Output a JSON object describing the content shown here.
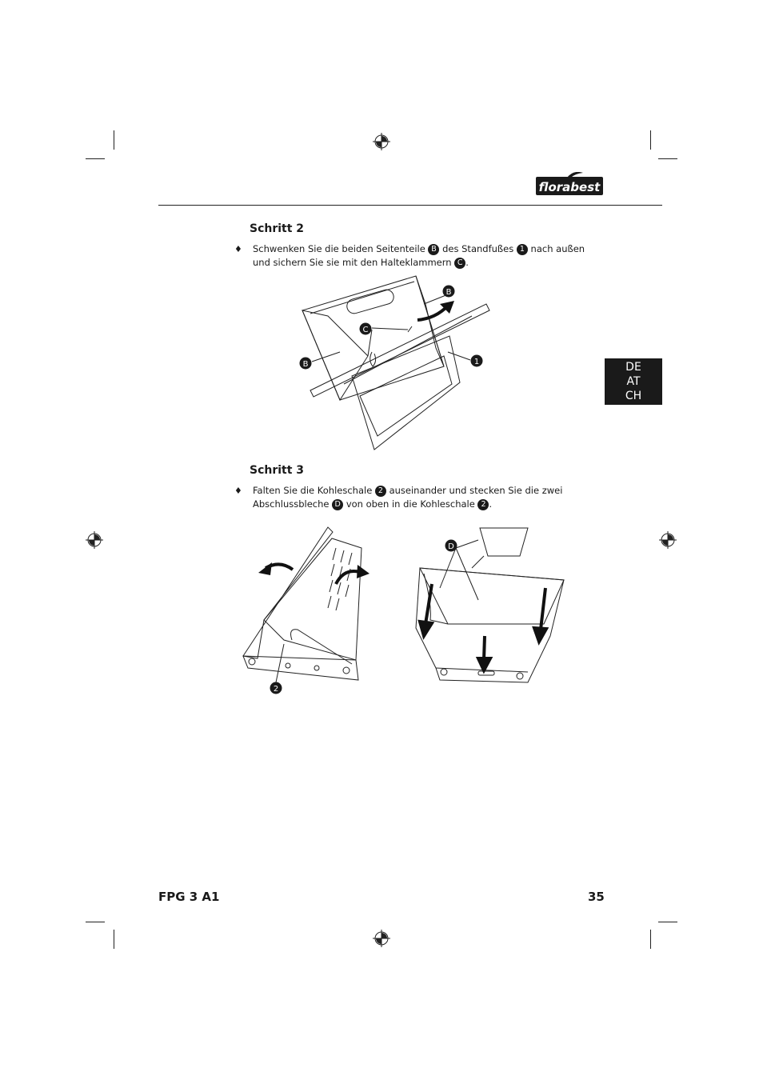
{
  "brand": {
    "logo_text": "florabest"
  },
  "step2": {
    "heading": "Schritt 2",
    "bullet": "♦",
    "text_1": "Schwenken Sie die beiden Seitenteile",
    "ref_b": "B",
    "text_2": "des Standfußes",
    "ref_1": "1",
    "text_3": "nach außen",
    "text_4": "und sichern Sie sie mit den Halteklammern",
    "ref_c": "C",
    "text_5": ".",
    "figure_labels": {
      "b_top": "B",
      "c": "C",
      "b_left": "B",
      "one": "1"
    }
  },
  "step3": {
    "heading": "Schritt 3",
    "bullet": "♦",
    "text_1": "Falten Sie die Kohleschale",
    "ref_2": "2",
    "text_2": "auseinander und stecken Sie die zwei",
    "text_3": "Abschlussbleche",
    "ref_d": "D",
    "text_4": "von oben in die Kohleschale",
    "ref_2b": "2",
    "text_5": ".",
    "figure_labels": {
      "two": "2",
      "d": "D"
    }
  },
  "language_tab": {
    "lines": [
      "DE",
      "AT",
      "CH"
    ]
  },
  "footer": {
    "model": "FPG 3 A1",
    "page_number": "35"
  }
}
